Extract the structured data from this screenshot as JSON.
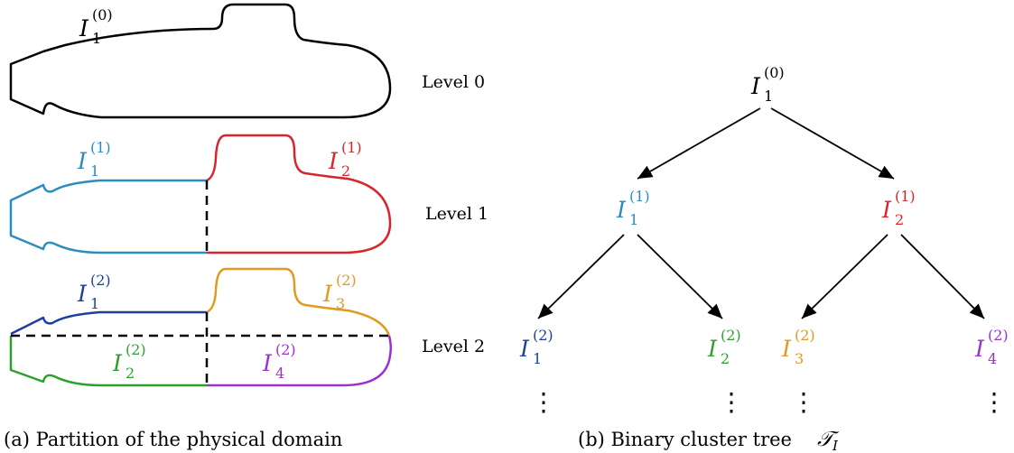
{
  "colors": {
    "black": "#000000",
    "c11": "#2b8cbe",
    "c12": "#d7262b",
    "c21": "#1f3f9e",
    "c22": "#2ca02c",
    "c23": "#e09a20",
    "c24": "#9b30d0"
  },
  "levels": {
    "level0": "Level 0",
    "level1": "Level 1",
    "level2": "Level 2"
  },
  "labels": {
    "base": "I",
    "sub": "1",
    "sup0": "(0)",
    "sup1": "(1)",
    "sup2": "(2)",
    "n1": "1",
    "n2": "2",
    "n3": "3",
    "n4": "4",
    "tree_T": "𝒯",
    "tree_sub": "I"
  },
  "captions": {
    "a": "(a) Partition of the physical domain",
    "b": "(b) Binary cluster tree"
  },
  "dots": "⋮"
}
